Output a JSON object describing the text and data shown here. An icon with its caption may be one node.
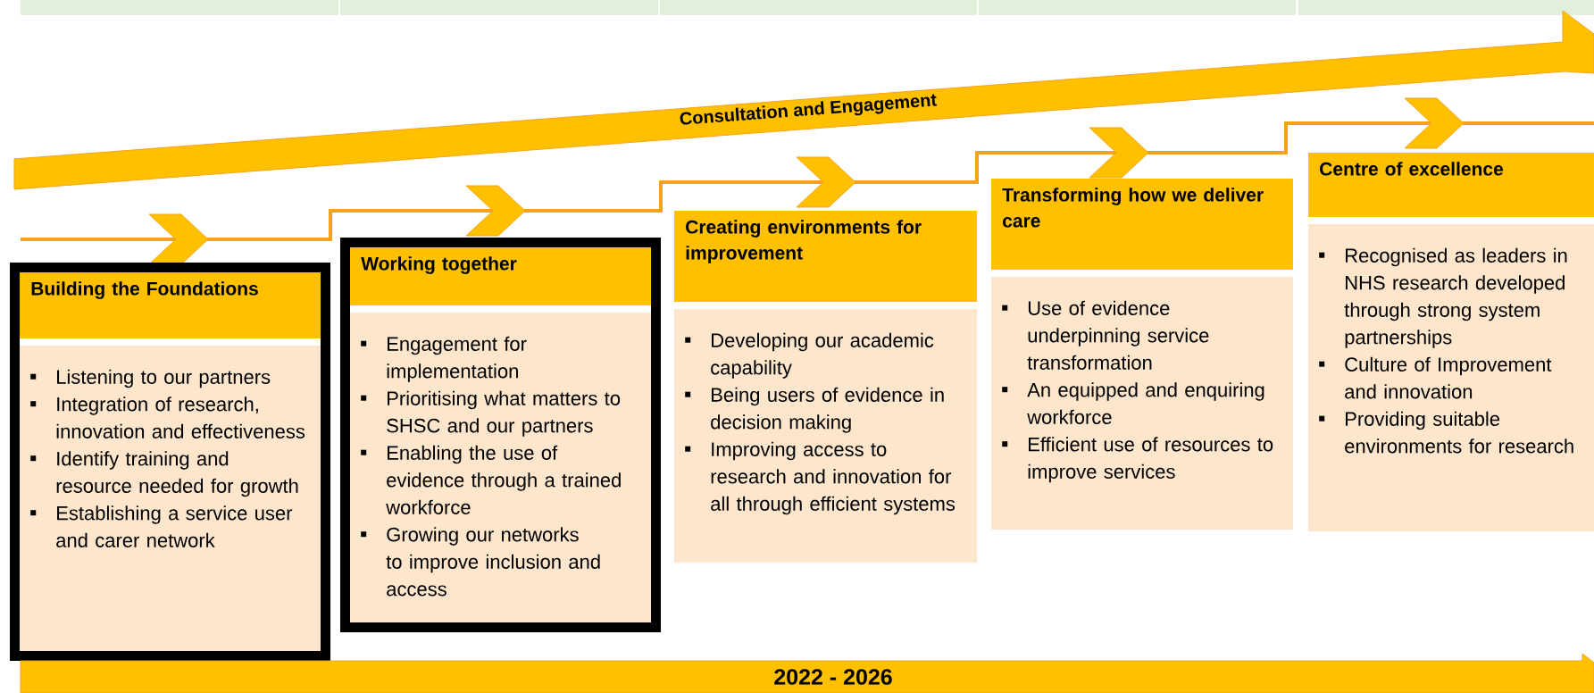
{
  "diagram": {
    "nodes": [
      {
        "text": [
          "Consultation and Engagement"
        ]
      },
      {
        "text": [
          "Building the Foundations",
          "Listening to our partners",
          "Integration of research, innovation and effectiveness",
          "Identify training and resource needed for growth",
          "Establishing a service user and carer network"
        ]
      },
      {
        "text": [
          "Working together",
          "Engagement for implementation",
          "Prioritising what matters to SHSC and our partners",
          "Enabling the use of evidence through a trained workforce",
          "Growing our networks to improve inclusion and access"
        ]
      },
      {
        "text": [
          "Creating environments for improvement",
          "Developing our academic capability",
          "Being users of evidence in decision making",
          "Improving access to research and innovation for all through efficient systems"
        ]
      },
      {
        "text": [
          "Transforming how we deliver care",
          "Use of evidence underpinning service transformation",
          "An equipped and enquiring workforce",
          "Efficient use of resources to improve services"
        ]
      },
      {
        "text": [
          "Centre of excellence",
          "Recognised as leaders in NHS research developed through strong system partnerships",
          "Culture of Improvement and innovation",
          "Providing suitable environments for research"
        ]
      },
      {
        "text": [
          "2022 - 2026"
        ]
      }
    ]
  }
}
